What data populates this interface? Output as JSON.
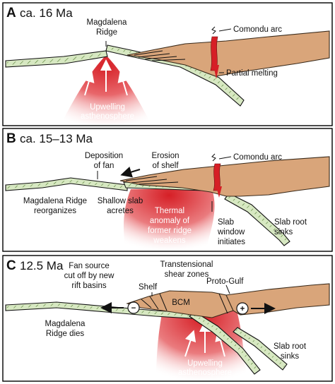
{
  "panels": [
    {
      "letter": "A",
      "title": "ca. 16 Ma",
      "labels": {
        "ridge": [
          "Magdalena",
          "Ridge"
        ],
        "arc": "Comondu arc",
        "melting": "Partial melting",
        "upwelling": [
          "Upwelling",
          "asthenosphere"
        ]
      }
    },
    {
      "letter": "B",
      "title": "ca. 15–13 Ma",
      "labels": {
        "fan": [
          "Deposition",
          "of fan"
        ],
        "erosion": [
          "Erosion",
          "of shelf"
        ],
        "arc": "Comondu arc",
        "ridge_reorg": [
          "Magdalena Ridge",
          "reorganizes"
        ],
        "accretes": [
          "Shallow slab",
          "acretes"
        ],
        "thermal": [
          "Thermal",
          "anomaly of",
          "former ridge",
          "weakens"
        ],
        "window": [
          "Slab",
          "window",
          "initiates"
        ],
        "root": [
          "Slab root",
          "sinks"
        ]
      }
    },
    {
      "letter": "C",
      "title": "12.5 Ma",
      "labels": {
        "fan_source": [
          "Fan source",
          "cut off by new",
          "rift basins"
        ],
        "shear": [
          "Transtensional",
          "shear zones"
        ],
        "shelf": "Shelf",
        "proto_gulf": "Proto-Gulf",
        "bcm": "BCM",
        "ridge_dies": [
          "Magdalena",
          "Ridge dies"
        ],
        "root": [
          "Slab root",
          "sinks"
        ],
        "upwelling": [
          "Upwelling",
          "asthenosphere"
        ],
        "minus": "−",
        "plus": "+"
      }
    }
  ],
  "colors": {
    "slab": "#d7e8c2",
    "crust": "#d9a57a",
    "crust_dark": "#b07a50",
    "magma_red": "#d8262c",
    "arrow_white": "#ffffff"
  }
}
